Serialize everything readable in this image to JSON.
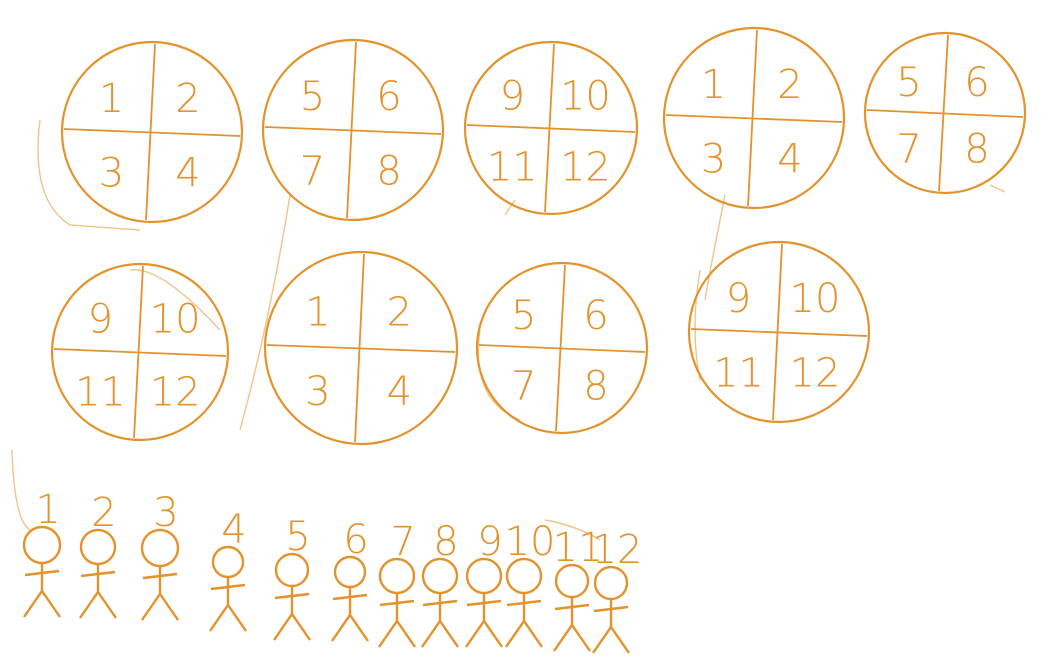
{
  "ink_color": "#e3922c",
  "guide_color": "#f0c38a",
  "circles": [
    {
      "quadrants": [
        "1",
        "2",
        "3",
        "4"
      ]
    },
    {
      "quadrants": [
        "5",
        "6",
        "7",
        "8"
      ]
    },
    {
      "quadrants": [
        "9",
        "10",
        "11",
        "12"
      ]
    },
    {
      "quadrants": [
        "1",
        "2",
        "3",
        "4"
      ]
    },
    {
      "quadrants": [
        "5",
        "6",
        "7",
        "8"
      ]
    },
    {
      "quadrants": [
        "9",
        "10",
        "11",
        "12"
      ]
    },
    {
      "quadrants": [
        "1",
        "2",
        "3",
        "4"
      ]
    },
    {
      "quadrants": [
        "5",
        "6",
        "7",
        "8"
      ]
    },
    {
      "quadrants": [
        "9",
        "10",
        "11",
        "12"
      ]
    }
  ],
  "people": [
    "1",
    "2",
    "3",
    "4",
    "5",
    "6",
    "7",
    "8",
    "9",
    "10",
    "11",
    "12"
  ]
}
